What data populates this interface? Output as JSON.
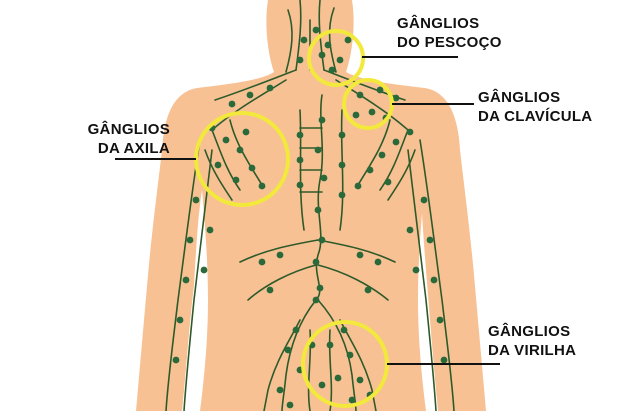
{
  "diagram": {
    "skin_color": "#f7c194",
    "vessel_color": "#2e5a2a",
    "node_color": "#2a6a3a",
    "ring_color": "#f2e93c",
    "leader_color": "#111111"
  },
  "labels": {
    "neck": {
      "line1": "GÂNGLIOS",
      "line2": "DO PESCOÇO"
    },
    "clavicle": {
      "line1": "GÂNGLIOS",
      "line2": "DA CLAVÍCULA"
    },
    "armpit": {
      "line1": "GÂNGLIOS",
      "line2": "DA AXILA"
    },
    "groin": {
      "line1": "GÂNGLIOS",
      "line2": "DA VIRILHA"
    }
  }
}
